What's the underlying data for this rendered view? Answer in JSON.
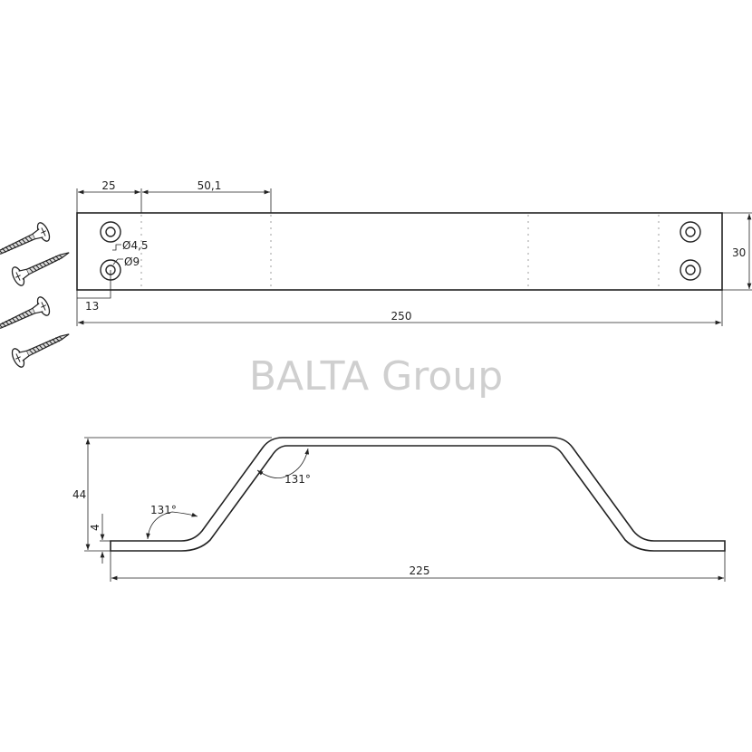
{
  "watermark": "BALTA Group",
  "top_view": {
    "dim_edge_to_first_line": "25",
    "dim_between_lines": "50,1",
    "dim_length": "250",
    "dim_width": "30",
    "dim_hole_offset": "13",
    "hole_inner_diameter": "Ø4,5",
    "hole_outer_diameter": "Ø9"
  },
  "side_view": {
    "dim_height": "44",
    "dim_thickness": "4",
    "dim_length": "225",
    "angle_left": "131°",
    "angle_right": "131°"
  },
  "accessories": {
    "screw_count": 4
  }
}
